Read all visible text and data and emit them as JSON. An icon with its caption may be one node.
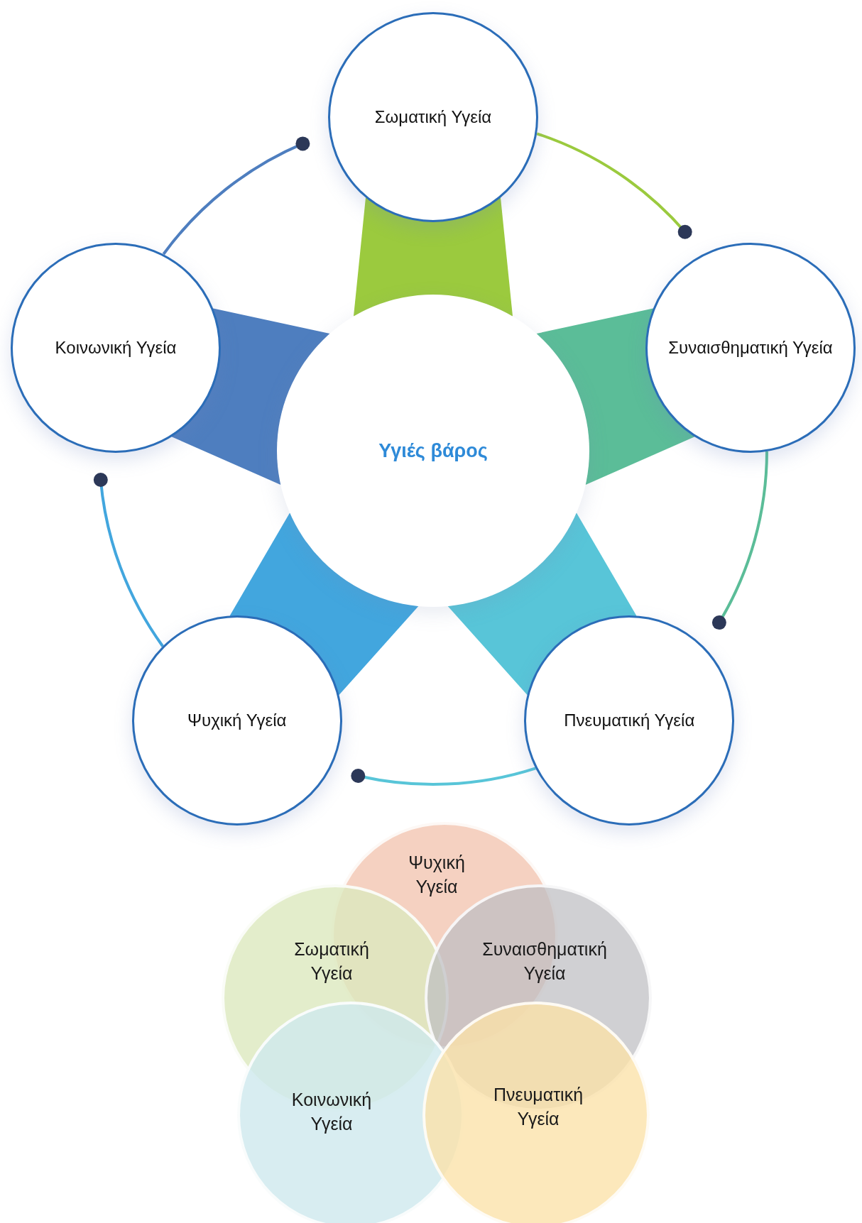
{
  "diagram": {
    "nodes": [
      {
        "text": [
          "Υγιές βάρος"
        ]
      },
      {
        "text": [
          "Σωματική Υγεία"
        ]
      },
      {
        "text": [
          "Συναισθηματική Υγεία"
        ]
      },
      {
        "text": [
          "Πνευματική Υγεία"
        ]
      },
      {
        "text": [
          "Ψυχική Υγεία"
        ]
      },
      {
        "text": [
          "Κοινωνική Υγεία"
        ]
      },
      {
        "text": [
          "Ψυχική Υγεία"
        ]
      },
      {
        "text": [
          "Σωματική Υγεία"
        ]
      },
      {
        "text": [
          "Συναισθηματική Υγεία"
        ]
      },
      {
        "text": [
          "Κοινωνική Υγεία"
        ]
      },
      {
        "text": [
          "Πνευματική Υγεία"
        ]
      }
    ],
    "edges": [
      {
        "from": 0,
        "to": 1,
        "arrow": "none",
        "style": "thick",
        "color": "#9bca3e"
      },
      {
        "from": 0,
        "to": 2,
        "arrow": "none",
        "style": "thick",
        "color": "#5bbd98"
      },
      {
        "from": 0,
        "to": 3,
        "arrow": "none",
        "style": "thick",
        "color": "#58c5d8"
      },
      {
        "from": 0,
        "to": 4,
        "arrow": "none",
        "style": "thick",
        "color": "#42a6de"
      },
      {
        "from": 0,
        "to": 5,
        "arrow": "none",
        "style": "thick",
        "color": "#4e7ebf"
      },
      {
        "from": 1,
        "to": 2,
        "arrow": "other",
        "color": "#9bca3e"
      },
      {
        "from": 2,
        "to": 3,
        "arrow": "other",
        "color": "#5bbd98"
      },
      {
        "from": 3,
        "to": 4,
        "arrow": "other",
        "color": "#58c5d8"
      },
      {
        "from": 4,
        "to": 5,
        "arrow": "other",
        "color": "#42a6de"
      },
      {
        "from": 5,
        "to": 1,
        "arrow": "other",
        "color": "#4e7ebf"
      }
    ]
  }
}
